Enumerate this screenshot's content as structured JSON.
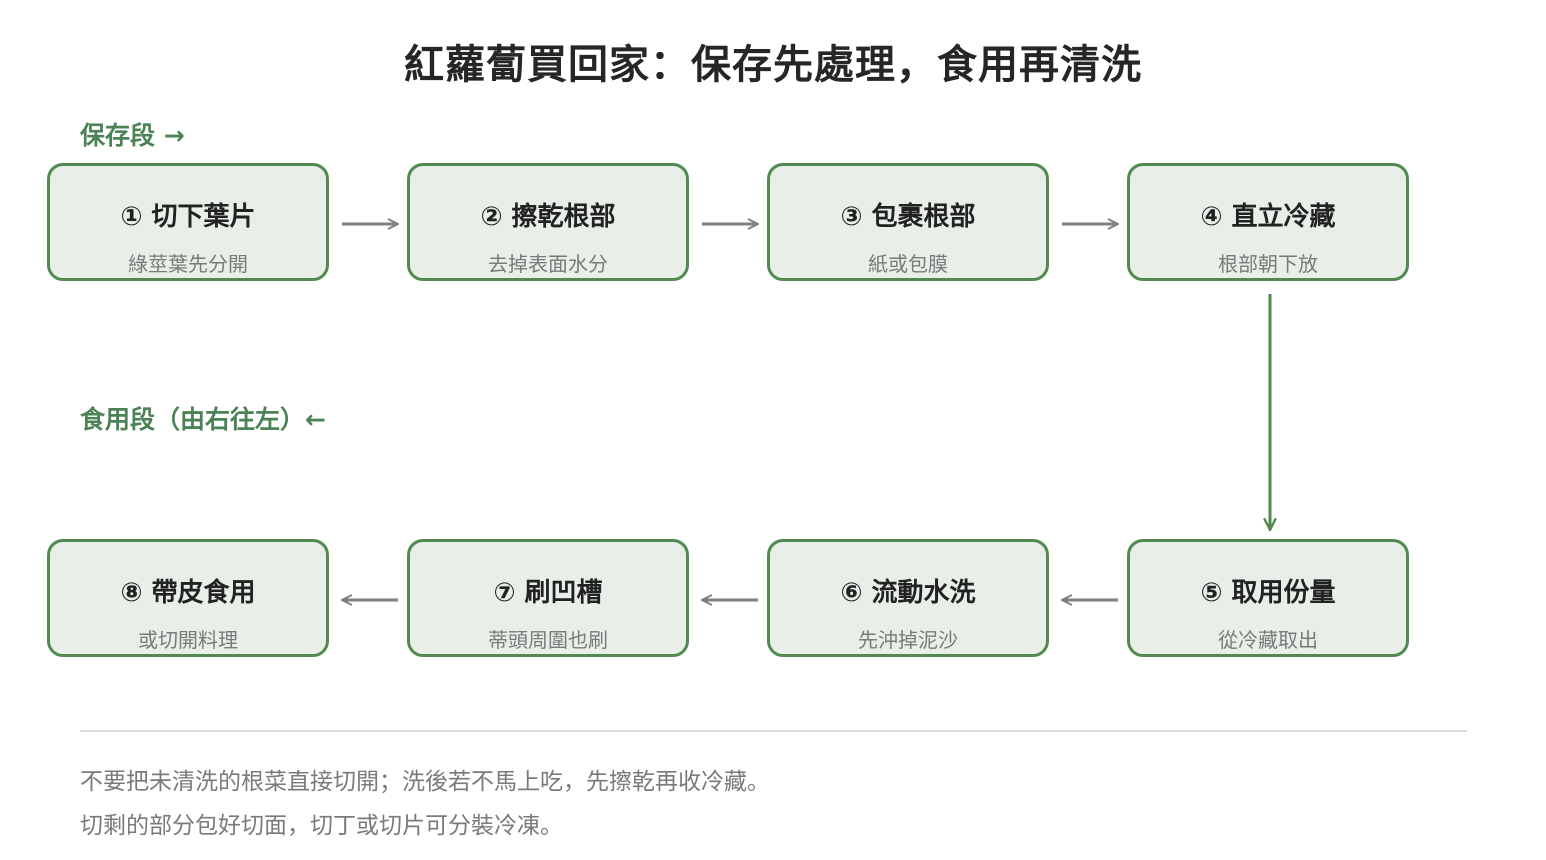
{
  "title": "紅蘿蔔買回家：保存先處理，食用再清洗",
  "sections": {
    "storage_label": "保存段 →",
    "eating_label": "食用段（由右往左）←"
  },
  "steps": [
    {
      "title": "① 切下葉片",
      "sub": "綠莖葉先分開"
    },
    {
      "title": "② 擦乾根部",
      "sub": "去掉表面水分"
    },
    {
      "title": "③ 包裹根部",
      "sub": "紙或包膜"
    },
    {
      "title": "④ 直立冷藏",
      "sub": "根部朝下放"
    },
    {
      "title": "⑤ 取用份量",
      "sub": "從冷藏取出"
    },
    {
      "title": "⑥ 流動水洗",
      "sub": "先沖掉泥沙"
    },
    {
      "title": "⑦ 刷凹槽",
      "sub": "蒂頭周圍也刷"
    },
    {
      "title": "⑧ 帶皮食用",
      "sub": "或切開料理"
    }
  ],
  "notes": [
    "不要把未清洗的根菜直接切開；洗後若不馬上吃，先擦乾再收冷藏。",
    "切剩的部分包好切面，切丁或切片可分裝冷凍。"
  ],
  "colors": {
    "box_border": "#52894f",
    "box_fill": "#e8efe8",
    "label_green": "#4b8357",
    "arrow_gray": "#7f7f7f",
    "arrow_green": "#52894f"
  }
}
